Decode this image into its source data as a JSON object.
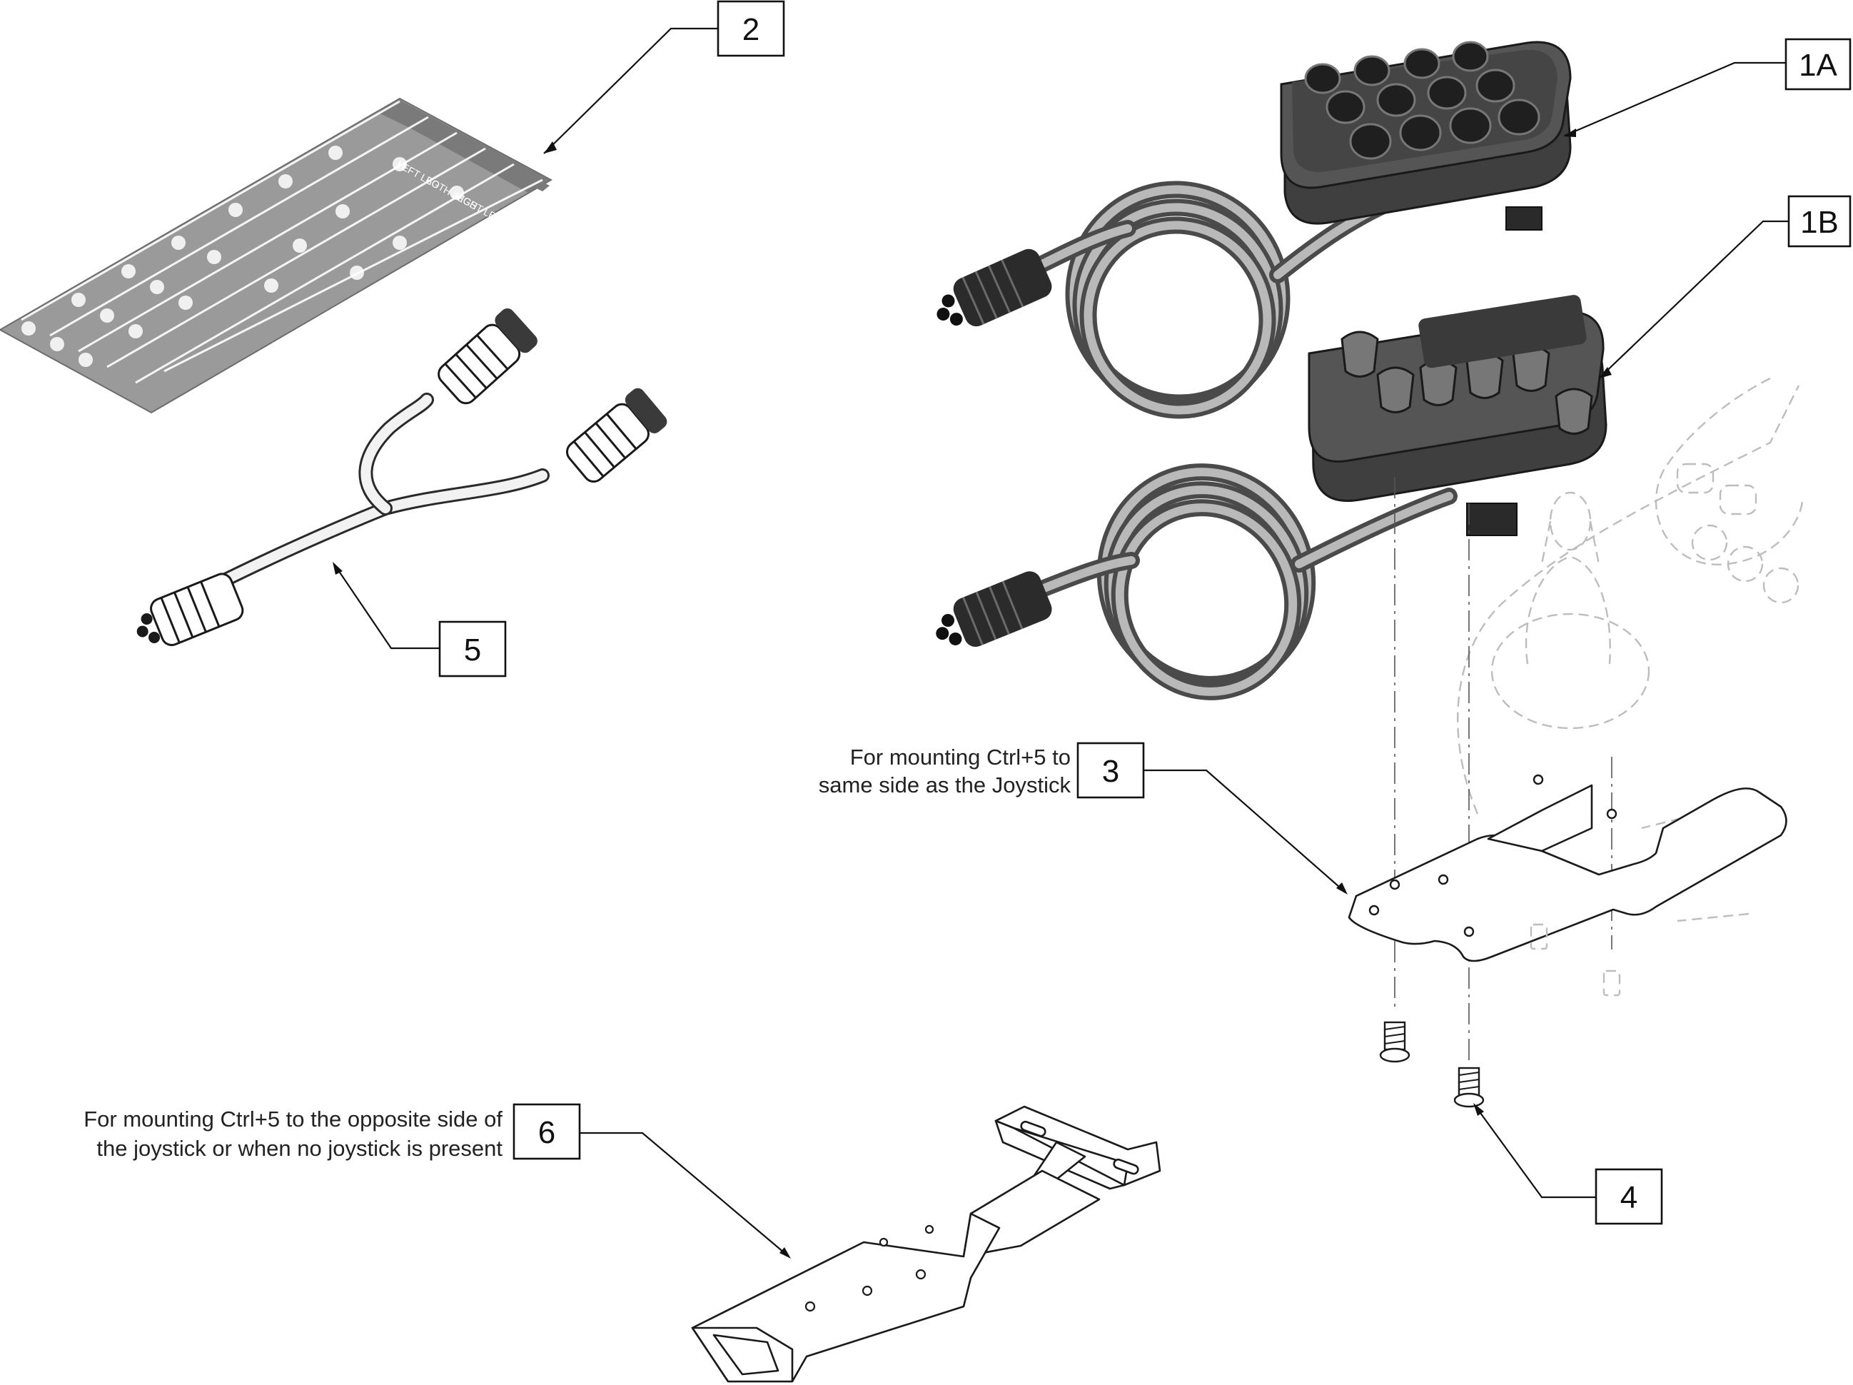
{
  "callouts": {
    "c1a": "1A",
    "c1b": "1B",
    "c2": "2",
    "c3": "3",
    "c4": "4",
    "c5": "5",
    "c6": "6"
  },
  "notes": {
    "note3_line1": "For mounting Ctrl+5 to",
    "note3_line2": "same side as the Joystick",
    "note6_line1": "For mounting Ctrl+5 to the opposite side of",
    "note6_line2": "the joystick or when no joystick is present"
  },
  "label_sheet": {
    "leg_labels": [
      "LEFT LEG",
      "BOTH LEGS",
      "RIGHT LEG"
    ]
  }
}
